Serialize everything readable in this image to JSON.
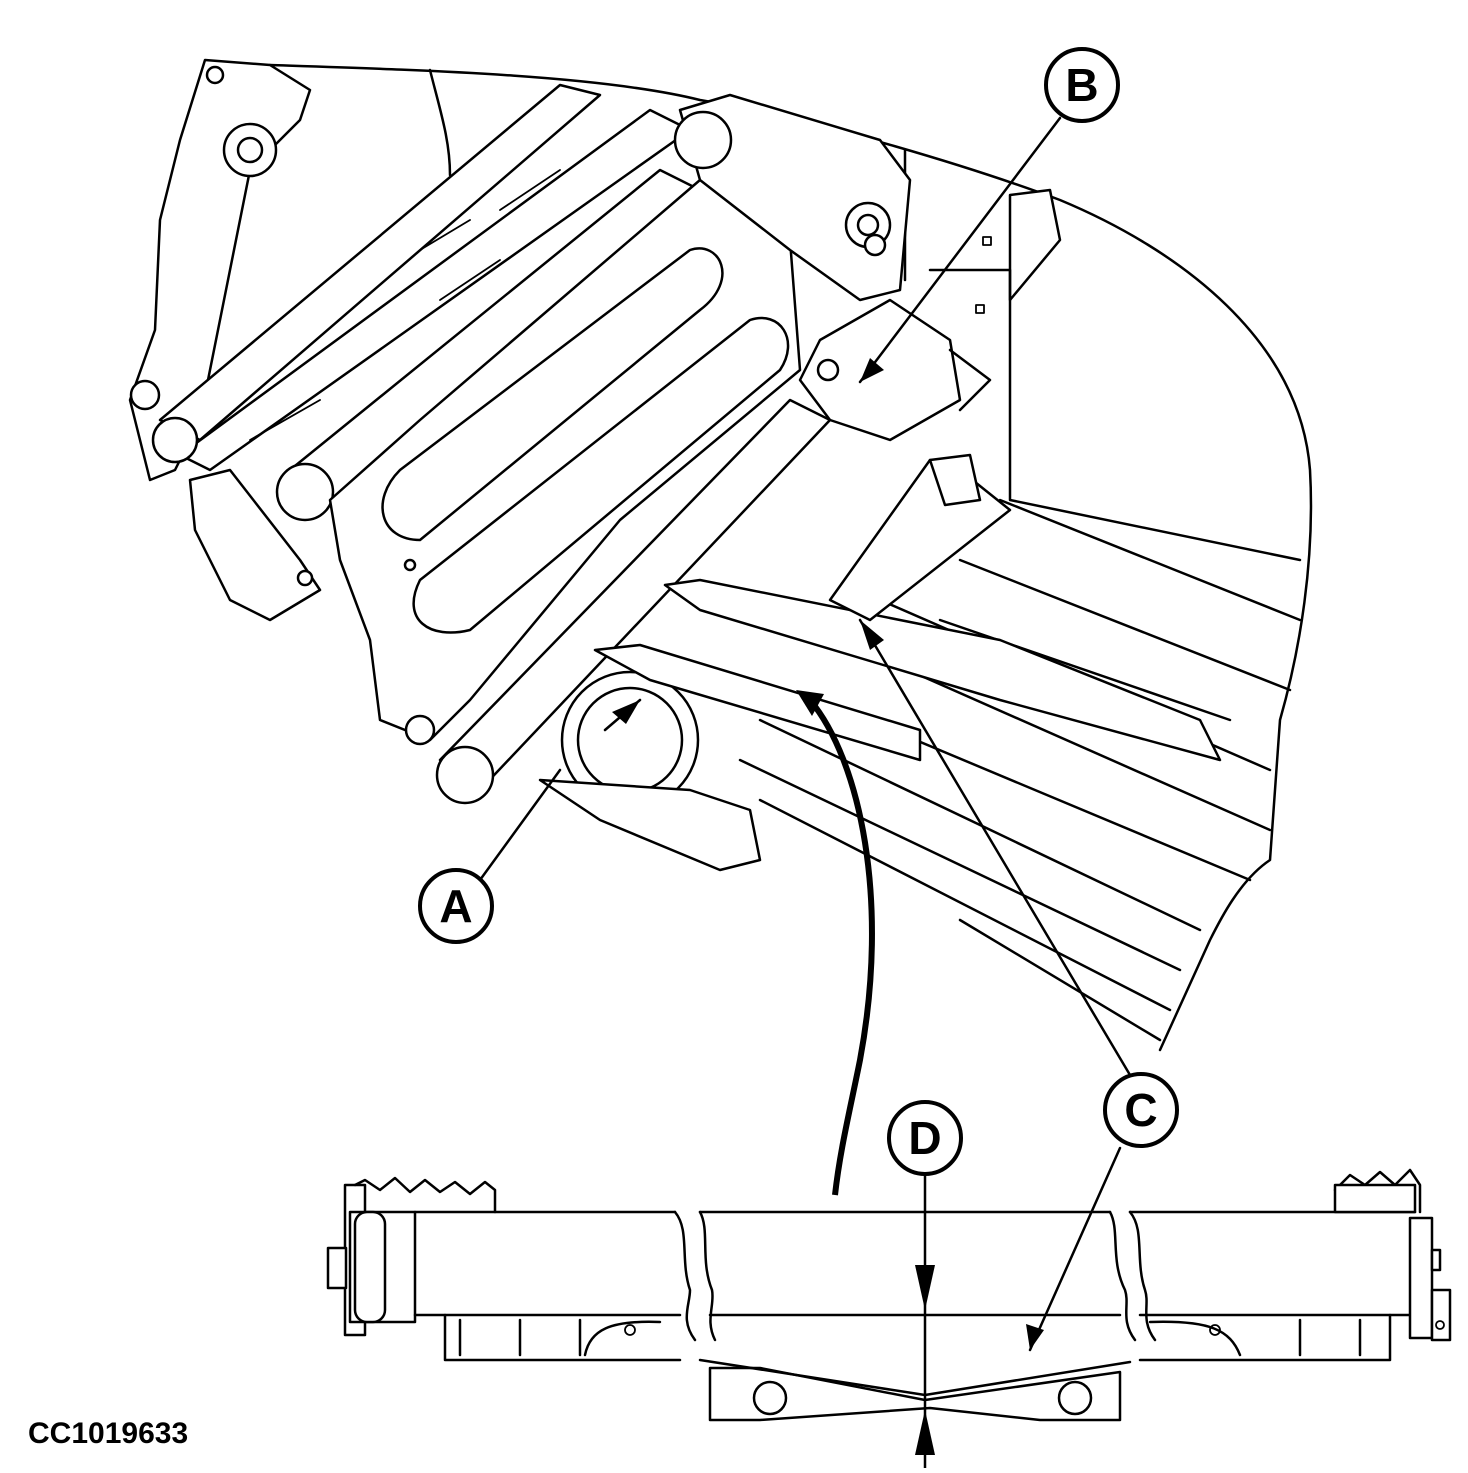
{
  "figure": {
    "id": "CC1019633"
  },
  "callouts": [
    {
      "letter": "A"
    },
    {
      "letter": "B"
    },
    {
      "letter": "C"
    },
    {
      "letter": "D"
    }
  ]
}
